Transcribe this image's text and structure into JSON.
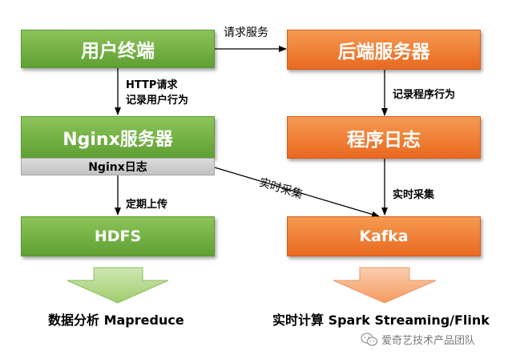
{
  "boxes": {
    "user_terminal": "用户终端",
    "backend_server": "后端服务器",
    "nginx_server": "Nginx服务器",
    "nginx_log": "Nginx日志",
    "program_log": "程序日志",
    "hdfs": "HDFS",
    "kafka": "Kafka"
  },
  "edge_labels": {
    "request_service": "请求服务",
    "http_request": "HTTP请求",
    "record_user_behavior": "记录用户行为",
    "record_program_behavior": "记录程序行为",
    "realtime_collect_diagonal": "实时采集",
    "realtime_collect_vertical": "实时采集",
    "scheduled_upload": "定期上传"
  },
  "outputs": {
    "batch": "数据分析 Mapreduce",
    "streaming": "实时计算 Spark Streaming/Flink"
  },
  "watermark": "爱奇艺技术产品团队",
  "colors": {
    "green": "#6aaa3c",
    "orange": "#f07a30",
    "gray": "#cfcfcf",
    "green_arrow": "#b6d98f",
    "orange_arrow": "#f9b88f"
  }
}
